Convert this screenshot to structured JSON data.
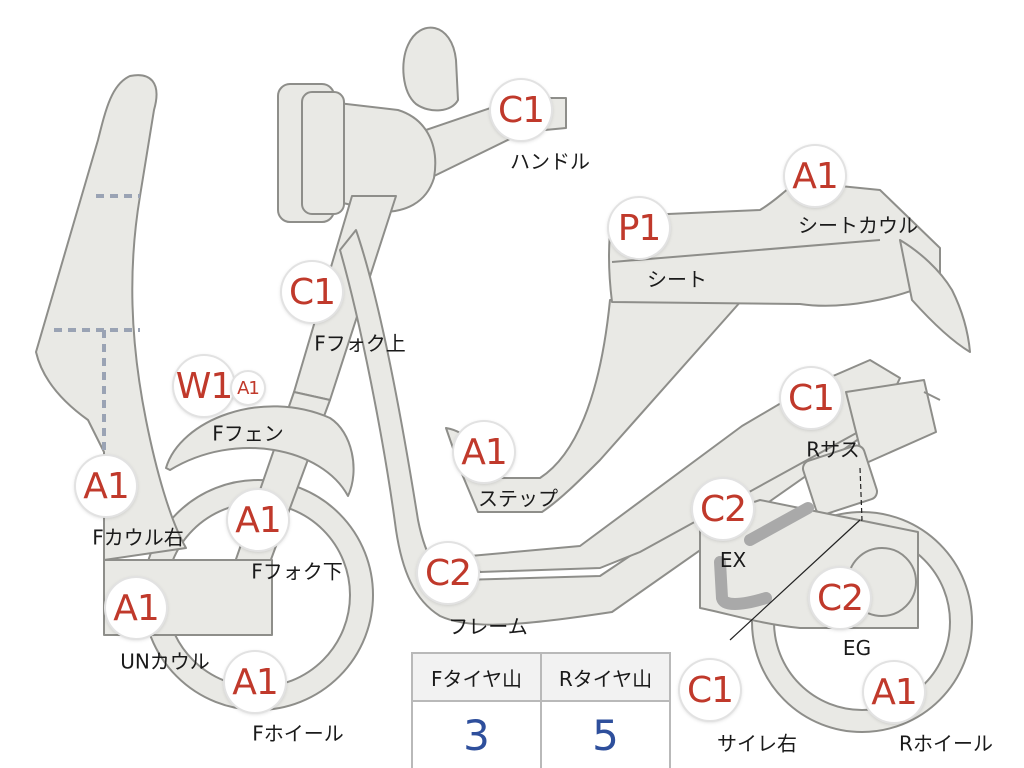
{
  "parts": [
    {
      "id": "handle",
      "code": "C1",
      "label": "ハンドル"
    },
    {
      "id": "seat-cowl",
      "code": "A1",
      "label": "シートカウル"
    },
    {
      "id": "seat",
      "code": "P1",
      "label": "シート"
    },
    {
      "id": "fork-upper",
      "code": "C1",
      "label": "Fフォク上"
    },
    {
      "id": "fender",
      "code": "W1",
      "code2": "A1",
      "label": "Fフェン"
    },
    {
      "id": "rear-sus",
      "code": "C1",
      "label": "Rサス"
    },
    {
      "id": "step",
      "code": "A1",
      "label": "ステップ"
    },
    {
      "id": "cowl-right",
      "code": "A1",
      "label": "Fカウル右"
    },
    {
      "id": "fork-lower",
      "code": "A1",
      "label": "Fフォク下"
    },
    {
      "id": "exhaust",
      "code": "C2",
      "label": "EX"
    },
    {
      "id": "frame",
      "code": "C2",
      "label": "フレーム"
    },
    {
      "id": "under-cowl",
      "code": "A1",
      "label": "UNカウル"
    },
    {
      "id": "engine",
      "code": "C2",
      "label": "EG"
    },
    {
      "id": "front-wheel",
      "code": "A1",
      "label": "Fホイール"
    },
    {
      "id": "muffler-right",
      "code": "C1",
      "label": "サイレ右"
    },
    {
      "id": "rear-wheel",
      "code": "A1",
      "label": "Rホイール"
    }
  ],
  "tire_table": {
    "headers": [
      "Fタイヤ山",
      "Rタイヤ山"
    ],
    "values": [
      "3",
      "5"
    ]
  },
  "colors": {
    "part_fill": "#e9e9e5",
    "part_stroke": "#8e8e8a",
    "code_text": "#c0392b",
    "tire_value": "#2e4f9c"
  }
}
